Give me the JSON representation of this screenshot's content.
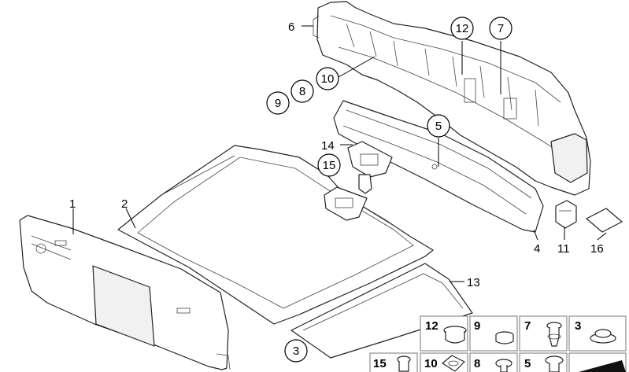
{
  "callouts": {
    "c1": "1",
    "c2": "2",
    "c3": "3",
    "c4": "4",
    "c5": "5",
    "c6": "6",
    "c7": "7",
    "c8": "8",
    "c9": "9",
    "c10": "10",
    "c11": "11",
    "c12": "12",
    "c13": "13",
    "c14": "14",
    "c15": "15",
    "c16": "16"
  },
  "legend": {
    "r1": [
      "12",
      "9",
      "7",
      "3"
    ],
    "r2": [
      "15",
      "10",
      "8",
      "5"
    ]
  }
}
